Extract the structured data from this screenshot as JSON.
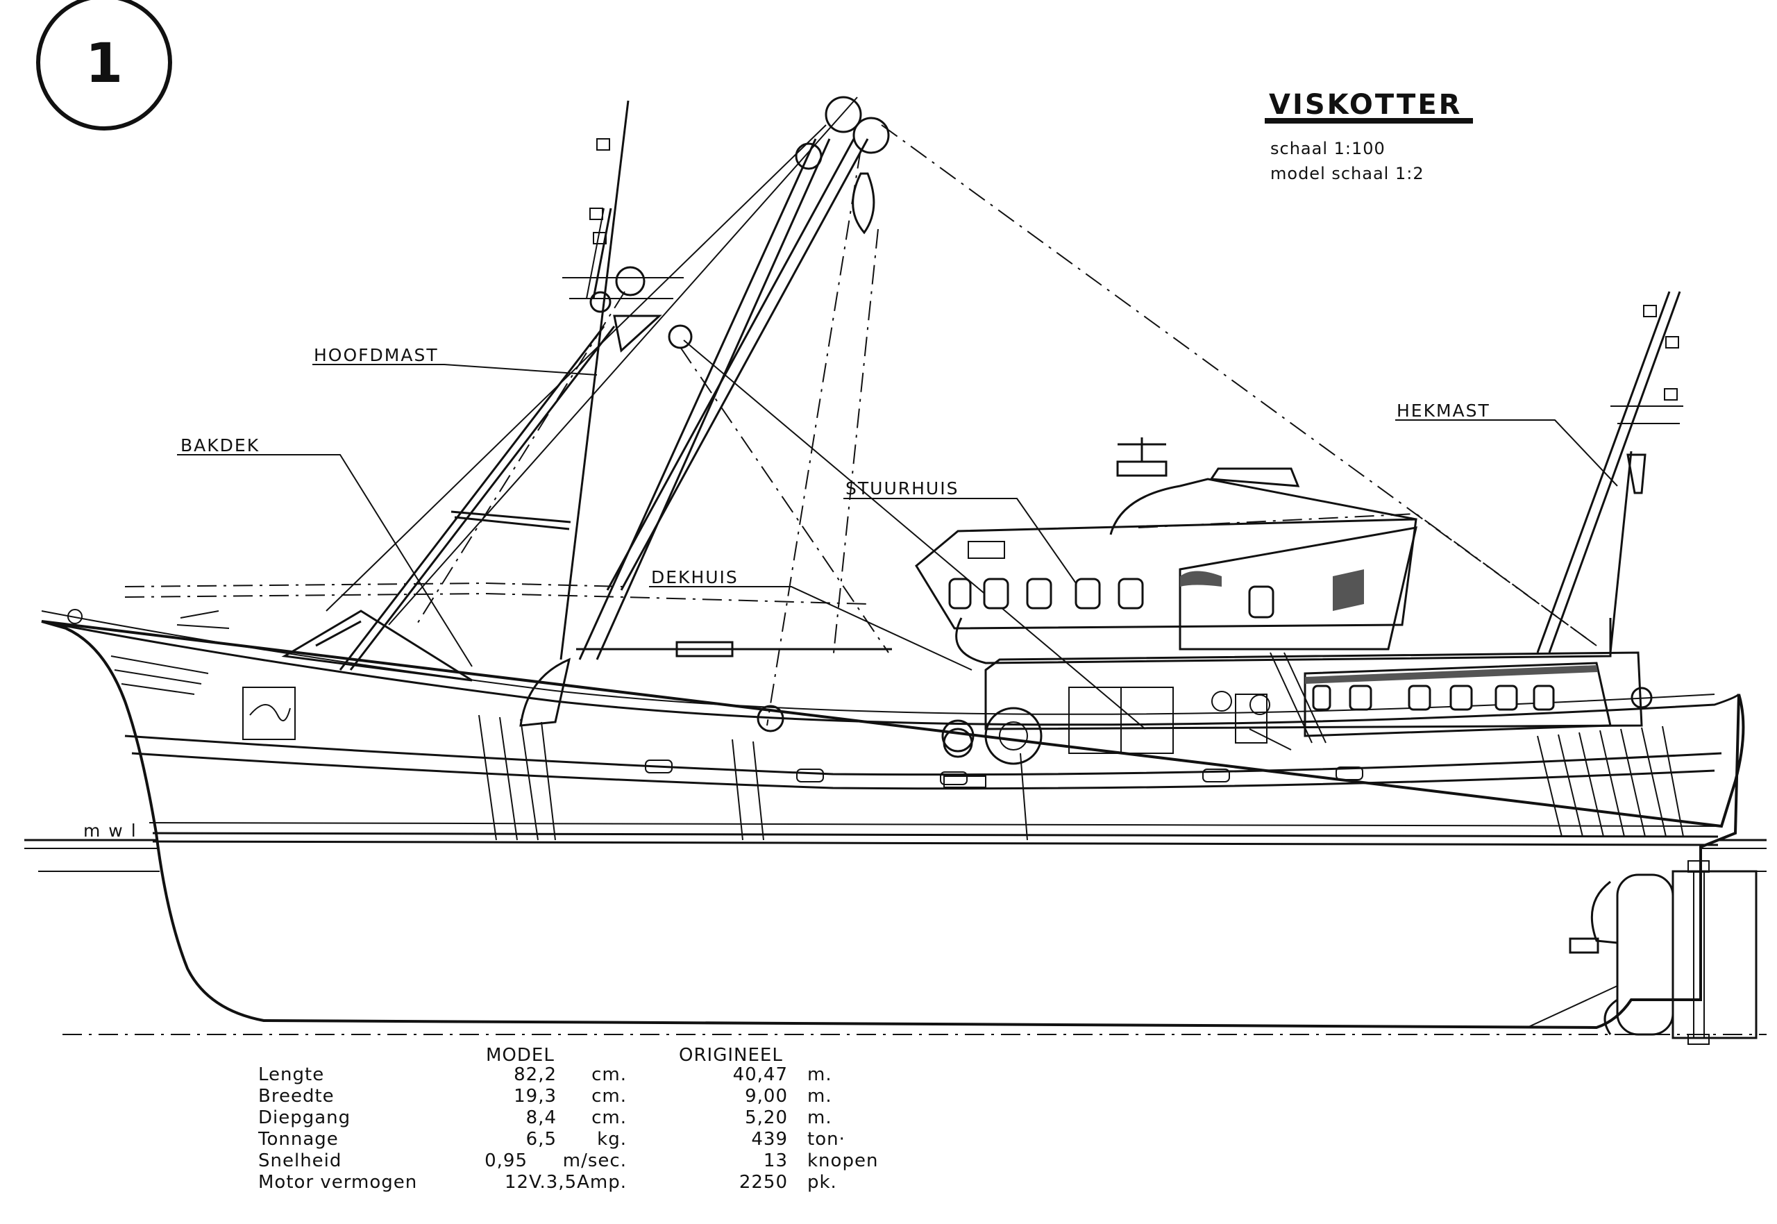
{
  "plate_number": "1",
  "title": "VISKOTTER",
  "scales": [
    "schaal 1:100",
    "model schaal 1:2"
  ],
  "labels": {
    "hoofdmast": "HOOFDMAST",
    "bakdek": "BAKDEK",
    "stuurhuis": "STUURHUIS",
    "dekhuis": "DEKHUIS",
    "hekmast": "HEKMAST",
    "waterline": "m w l"
  },
  "table": {
    "headers": {
      "model": "MODEL",
      "origineel": "ORIGINEEL"
    },
    "rows": [
      {
        "name": "Lengte",
        "model_value": "82,2",
        "model_unit": "cm.",
        "orig_value": "40,47",
        "orig_unit": "m."
      },
      {
        "name": "Breedte",
        "model_value": "19,3",
        "model_unit": "cm.",
        "orig_value": "9,00",
        "orig_unit": "m."
      },
      {
        "name": "Diepgang",
        "model_value": "8,4",
        "model_unit": "cm.",
        "orig_value": "5,20",
        "orig_unit": "m."
      },
      {
        "name": "Tonnage",
        "model_value": "6,5",
        "model_unit": "kg.",
        "orig_value": "439",
        "orig_unit": "ton·"
      },
      {
        "name": "Snelheid",
        "model_value": "0,95",
        "model_unit": "m/sec.",
        "orig_value": "13",
        "orig_unit": "knopen"
      },
      {
        "name": "Motor vermogen",
        "model_value": "12V.3,5Amp.",
        "model_unit": "",
        "orig_value": "2250",
        "orig_unit": "pk."
      }
    ]
  }
}
